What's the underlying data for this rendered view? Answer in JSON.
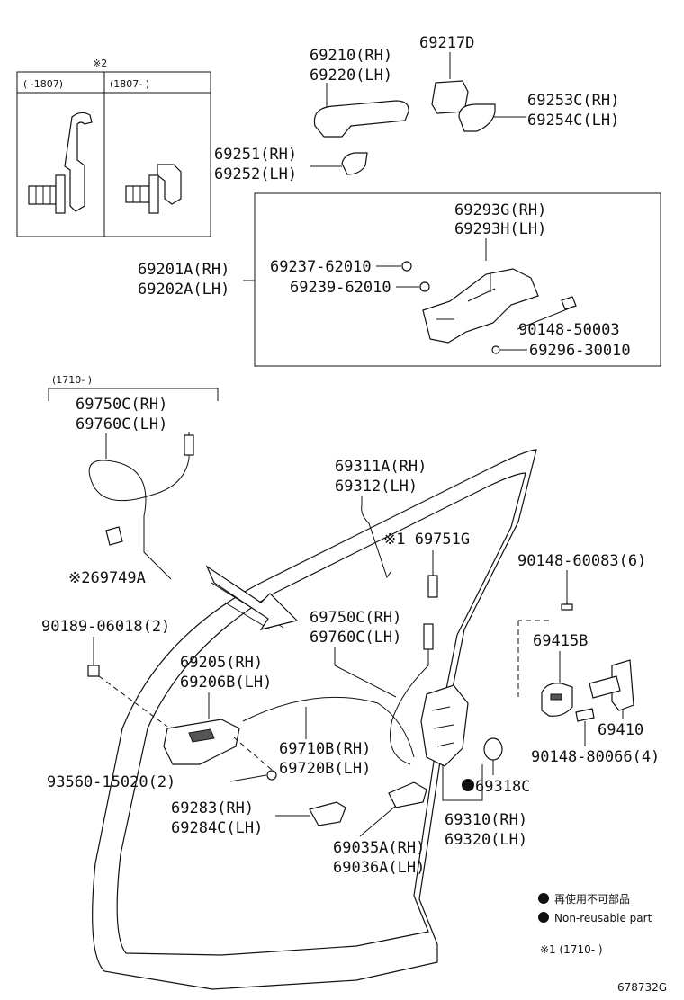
{
  "inset": {
    "note_mark": "※2",
    "col_left": "(    -1807)",
    "col_right": "(1807-    )"
  },
  "labels": {
    "p69210_rh": "69210(RH)",
    "p69220_lh": "69220(LH)",
    "p69217d": "69217D",
    "p69253c_rh": "69253C(RH)",
    "p69254c_lh": "69254C(LH)",
    "p69251_rh": "69251(RH)",
    "p69252_lh": "69252(LH)",
    "p69293g_rh": "69293G(RH)",
    "p69293h_lh": "69293H(LH)",
    "p69201a_rh": "69201A(RH)",
    "p69202a_lh": "69202A(LH)",
    "p69237": "69237-62010",
    "p69239": "69239-62010",
    "p90148_50003": "90148-50003",
    "p69296": "69296-30010",
    "cable_group_note": "(1710-    )",
    "p69750c_rh_a": "69750C(RH)",
    "p69760c_lh_a": "69760C(LH)",
    "p69749a": "※269749A",
    "p69311a_rh": "69311A(RH)",
    "p69312_lh": "69312(LH)",
    "p69751g": "※1 69751G",
    "p90148_60083": "90148-60083(6)",
    "p69750c_rh_b": "69750C(RH)",
    "p69760c_lh_b": "69760C(LH)",
    "p90189": "90189-06018(2)",
    "p69205_rh": "69205(RH)",
    "p69206b_lh": "69206B(LH)",
    "p69415b": "69415B",
    "p69410": "69410",
    "p90148_80066": "90148-80066(4)",
    "p69710b_rh": "69710B(RH)",
    "p69720b_lh": "69720B(LH)",
    "p93560": "93560-15020(2)",
    "p69318c": "69318C",
    "p69283_rh": "69283(RH)",
    "p69284c_lh": "69284C(LH)",
    "p69310_rh": "69310(RH)",
    "p69320_lh": "69320(LH)",
    "p69035a_rh": "69035A(RH)",
    "p69036a_lh": "69036A(LH)"
  },
  "legend": {
    "non_reusable_jp": "再使用不可部品",
    "non_reusable_en": "Non-reusable part",
    "note1": "※1 (1710-    )"
  },
  "footer": {
    "diagram_id": "678732G"
  }
}
